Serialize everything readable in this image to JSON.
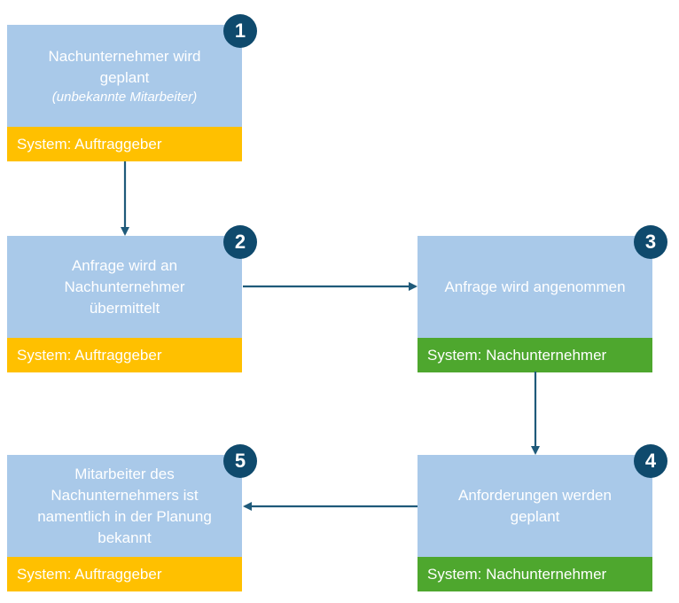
{
  "steps": [
    {
      "number": "1",
      "title": "Nachunternehmer wird geplant",
      "subtitle": "(unbekannte Mitarbeiter)",
      "system": "System: Auftraggeber"
    },
    {
      "number": "2",
      "title": "Anfrage wird an Nachunternehmer übermittelt",
      "subtitle": "",
      "system": "System: Auftraggeber"
    },
    {
      "number": "3",
      "title": "Anfrage wird angenommen",
      "subtitle": "",
      "system": "System: Nachunternehmer"
    },
    {
      "number": "4",
      "title": "Anforderungen werden geplant",
      "subtitle": "",
      "system": "System: Nachunternehmer"
    },
    {
      "number": "5",
      "title": "Mitarbeiter des Nachunternehmers ist namentlich in der Planung bekannt",
      "subtitle": "",
      "system": "System: Auftraggeber"
    }
  ],
  "colors": {
    "box": "#a9c9e9",
    "client": "#ffc000",
    "subcontractor": "#4ea72e",
    "badge": "#0f4a6d",
    "arrow": "#1f5a7a"
  }
}
